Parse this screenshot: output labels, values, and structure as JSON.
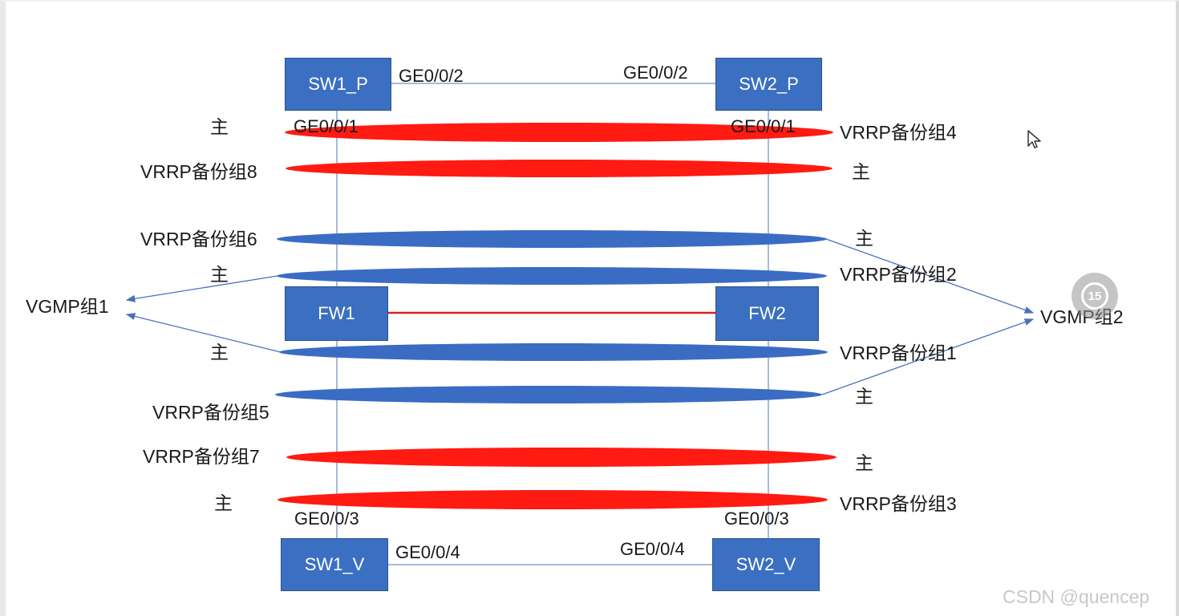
{
  "nodes": {
    "sw1_p": "SW1_P",
    "sw2_p": "SW2_P",
    "fw1": "FW1",
    "fw2": "FW2",
    "sw1_v": "SW1_V",
    "sw2_v": "SW2_V"
  },
  "ports": {
    "sw1_p_right": "GE0/0/2",
    "sw2_p_left": "GE0/0/2",
    "sw1_p_down": "GE0/0/1",
    "sw2_p_down": "GE0/0/1",
    "sw1_v_up": "GE0/0/3",
    "sw2_v_up": "GE0/0/3",
    "sw1_v_right": "GE0/0/4",
    "sw2_v_left": "GE0/0/4"
  },
  "labels": {
    "vrrp1": "VRRP备份组1",
    "vrrp2": "VRRP备份组2",
    "vrrp3": "VRRP备份组3",
    "vrrp4": "VRRP备份组4",
    "vrrp5": "VRRP备份组5",
    "vrrp6": "VRRP备份组6",
    "vrrp7": "VRRP备份组7",
    "vrrp8": "VRRP备份组8",
    "master": "主",
    "vgmp1": "VGMP组1",
    "vgmp2": "VGMP组2"
  },
  "colors": {
    "node_blue": "#3b6fc1",
    "group_red": "#ff1a12",
    "group_blue": "#3a6cc4",
    "heartbeat_red": "#e02020",
    "link_blue": "#8aa4cf"
  },
  "replay_badge": "15",
  "watermark": "CSDN @quencep"
}
